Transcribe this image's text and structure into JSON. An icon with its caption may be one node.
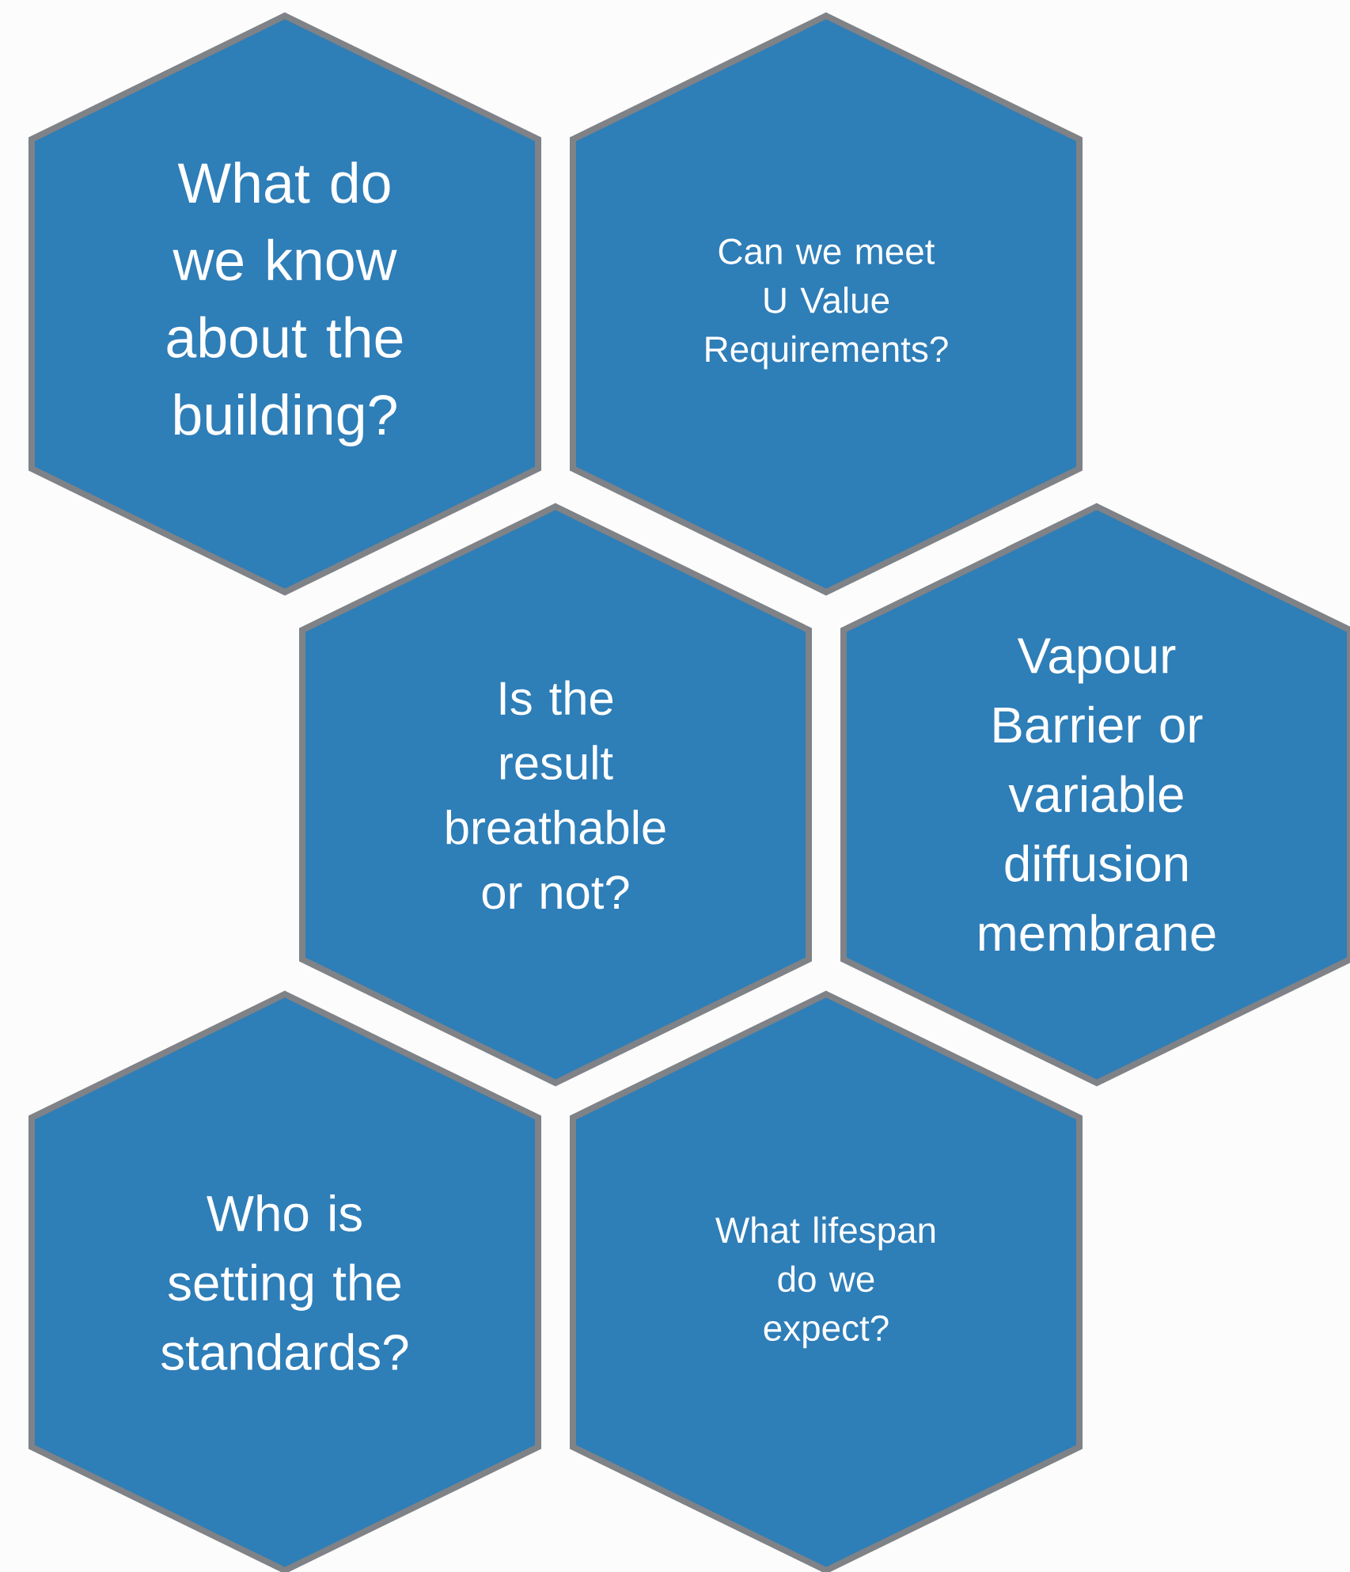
{
  "diagram": {
    "nodes": [
      {
        "text": [
          "What do we know about the building?"
        ]
      },
      {
        "text": [
          "Can we meet U Value Requirements?"
        ]
      },
      {
        "text": [
          "Is the result breathable or not?"
        ]
      },
      {
        "text": [
          "Vapour Barrier or variable diffusion membrane"
        ]
      },
      {
        "text": [
          "Who is setting the standards?"
        ]
      },
      {
        "text": [
          "What lifespan do we expect?"
        ]
      }
    ]
  }
}
